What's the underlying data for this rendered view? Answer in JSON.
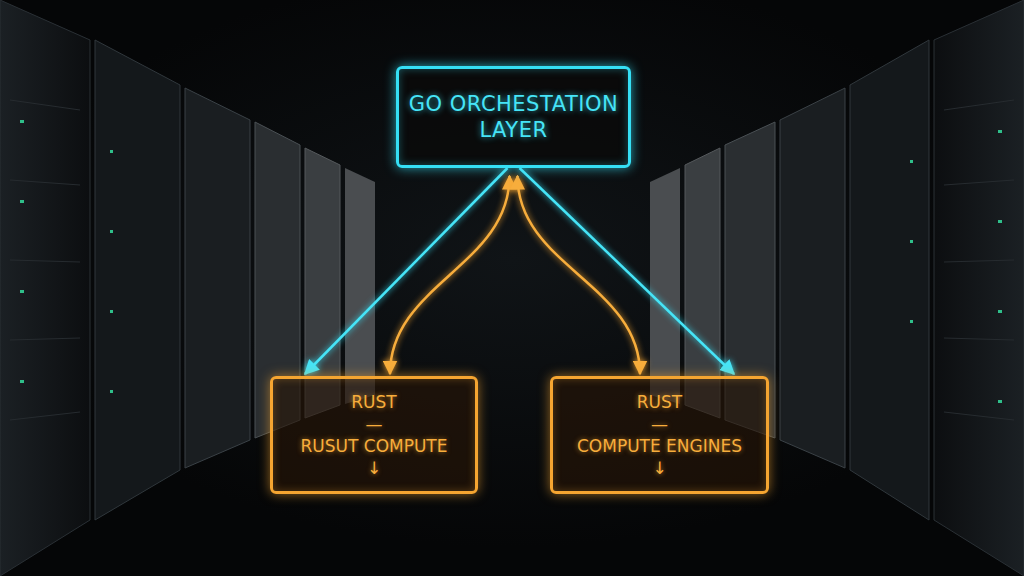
{
  "diagram": {
    "nodes": [
      {
        "text": [
          "GO ORCHESTATION LAYER"
        ]
      },
      {
        "text": [
          "RUST",
          "—",
          "RUSUT COMPUTE",
          "↓"
        ]
      },
      {
        "text": [
          "RUST",
          "—",
          "COMPUTE ENGINES",
          "↓"
        ]
      }
    ],
    "edges": [
      {
        "from": 0,
        "to": 1,
        "arrow": "to"
      },
      {
        "from": 0,
        "to": 1,
        "arrow": "both"
      },
      {
        "from": 0,
        "to": 2,
        "arrow": "both"
      },
      {
        "from": 0,
        "to": 2,
        "arrow": "to"
      }
    ]
  }
}
